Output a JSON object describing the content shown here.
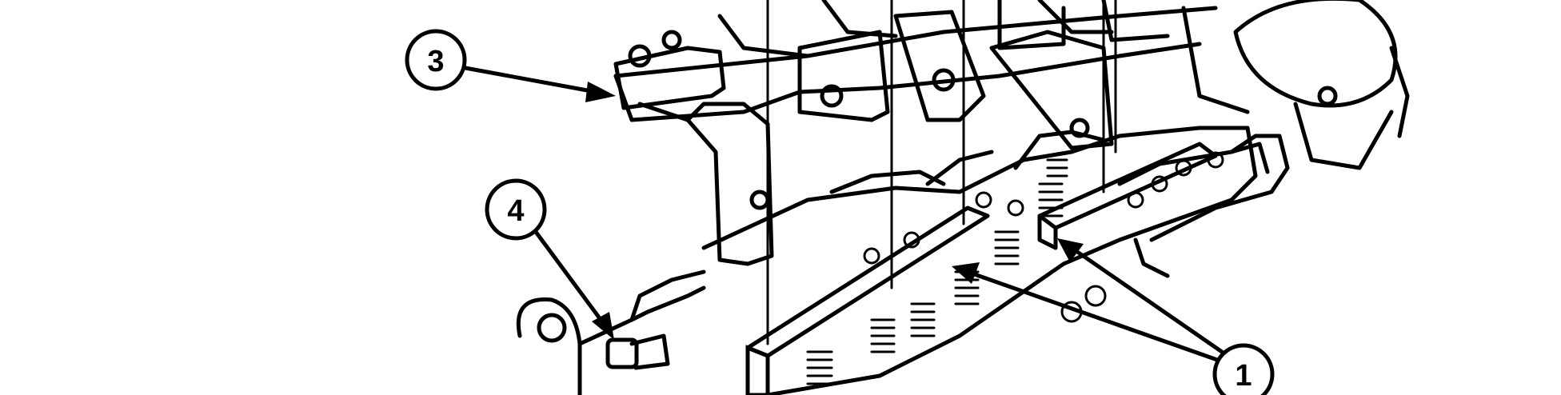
{
  "figure": {
    "callouts": [
      {
        "id": "c3",
        "label": "3"
      },
      {
        "id": "c4",
        "label": "4"
      },
      {
        "id": "c1",
        "label": "1"
      }
    ]
  }
}
